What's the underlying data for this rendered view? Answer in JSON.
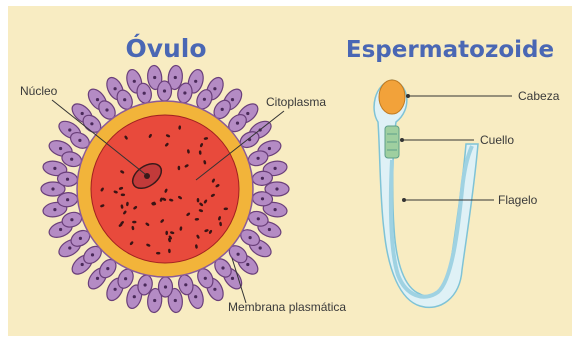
{
  "ovum": {
    "title": "Óvulo",
    "labels": {
      "nucleus": "Núcleo",
      "cytoplasm": "Citoplasma",
      "membrane": "Membrana plasmática"
    }
  },
  "sperm": {
    "title": "Espermatozoide",
    "labels": {
      "head": "Cabeza",
      "neck": "Cuello",
      "flagellum": "Flagelo"
    }
  },
  "colors": {
    "background": "#f8ecc2",
    "title": "#4a67b4",
    "corona_cell": "#b48bc4",
    "zona": "#f2b43a",
    "cytoplasm": "#e84a3c",
    "nucleus": "#c23a3a",
    "sperm_head": "#f2a23a",
    "sperm_body": "#bfe3ee"
  }
}
